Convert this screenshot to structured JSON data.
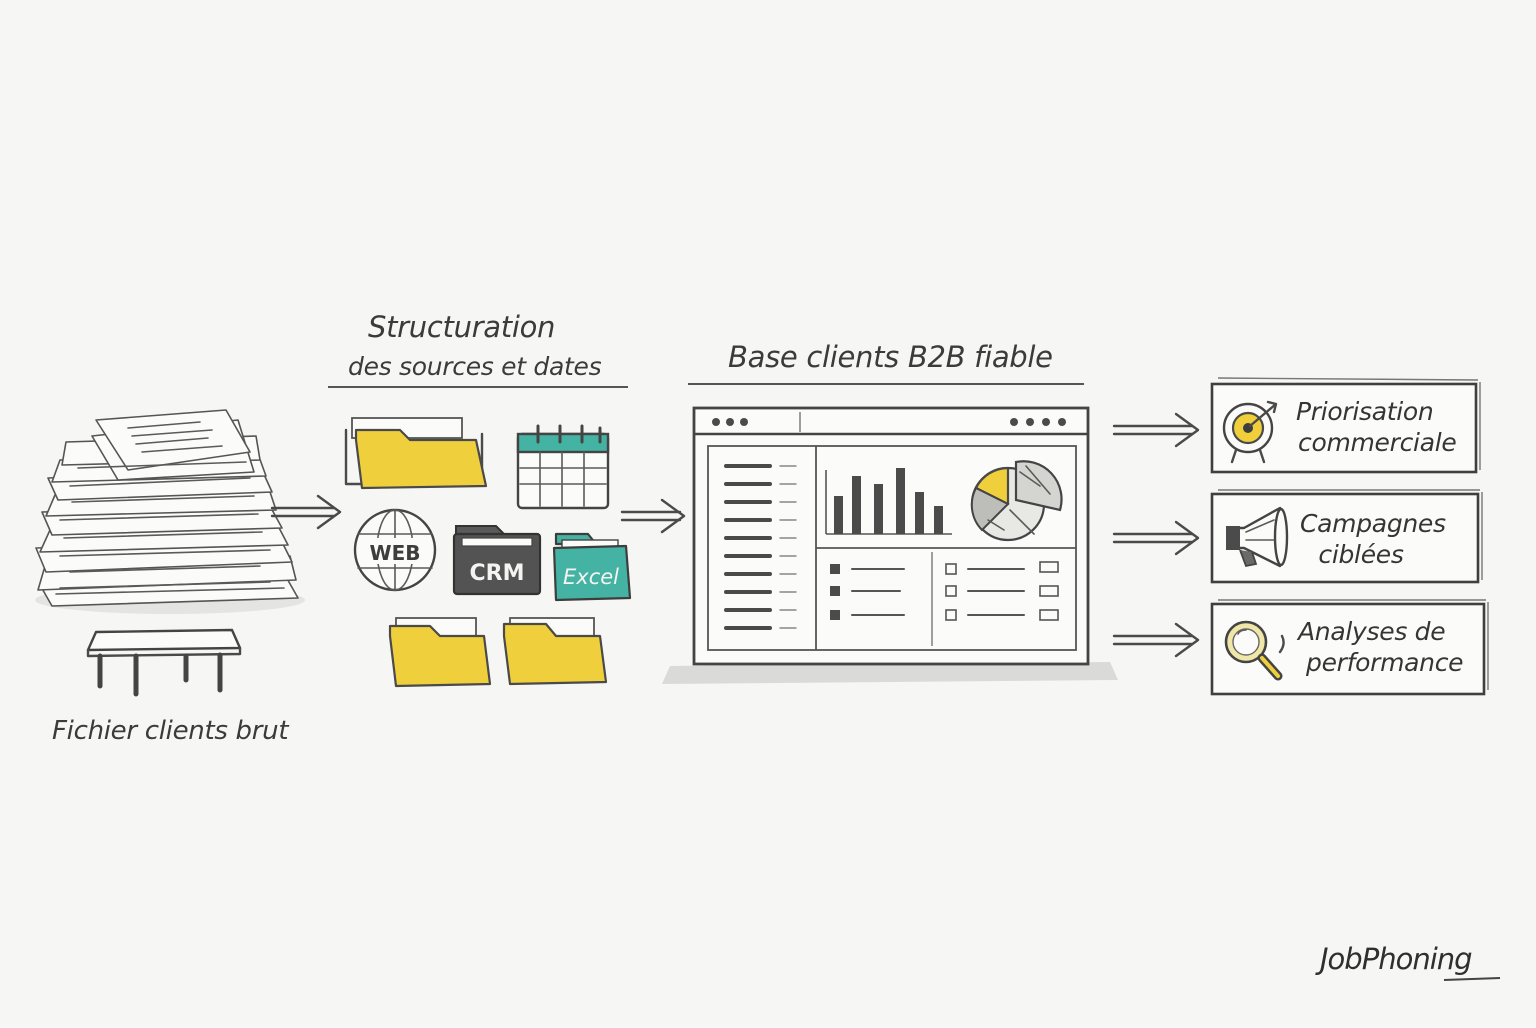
{
  "stages": {
    "raw_file": {
      "label": "Fichier clients brut"
    },
    "structuring": {
      "label_line1": "Structuration",
      "label_line2": "des sources et dates",
      "sources": [
        "WEB",
        "CRM",
        "Excel"
      ]
    },
    "database": {
      "label": "Base clients B2B fiable"
    }
  },
  "outcomes": [
    {
      "line1": "Priorisation",
      "line2": "commerciale",
      "icon": "target-icon"
    },
    {
      "line1": "Campagnes",
      "line2": "ciblées",
      "icon": "megaphone-icon"
    },
    {
      "line1": "Analyses de",
      "line2": "performance",
      "icon": "magnifier-icon"
    }
  ],
  "brand": {
    "logo": "JobPhoning"
  },
  "colors": {
    "accent_yellow": "#f0cf3c",
    "accent_teal": "#45b3a3",
    "ink": "#3d3d3d",
    "background": "#f6f6f4"
  }
}
